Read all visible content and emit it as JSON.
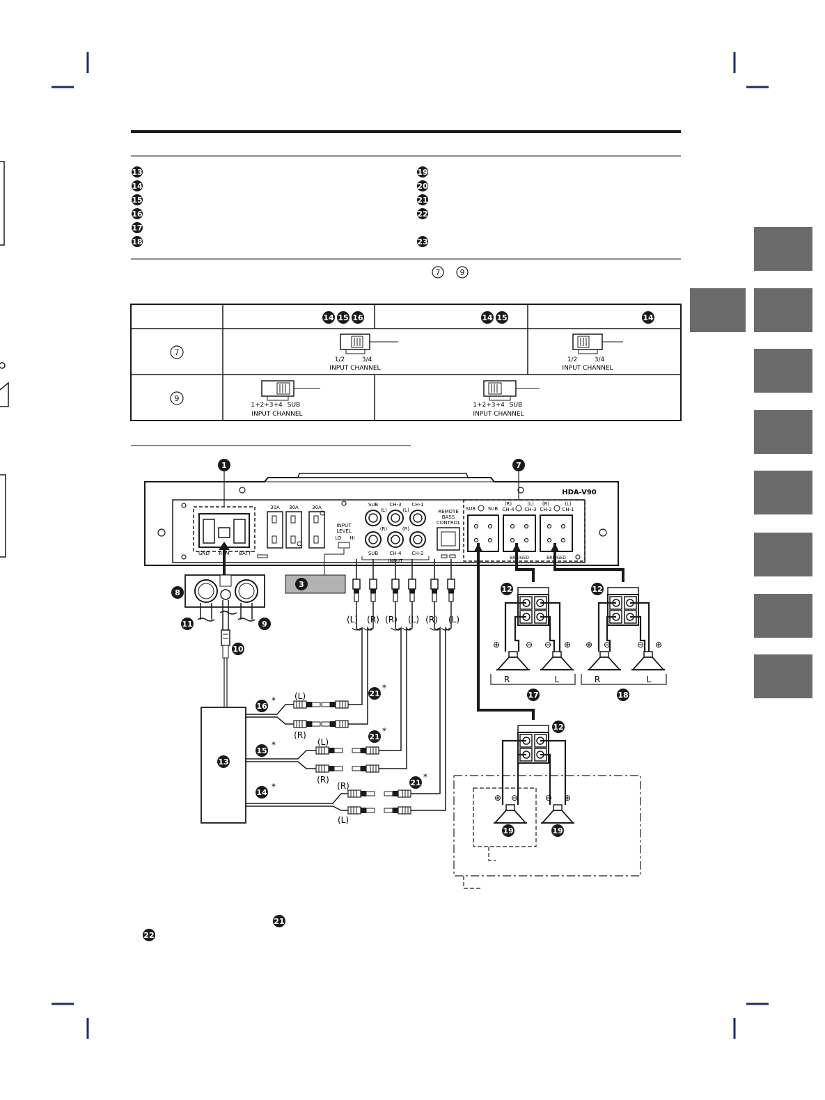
{
  "legend": {
    "left": [
      "13",
      "14",
      "15",
      "16",
      "17",
      "18"
    ],
    "right": [
      "19",
      "20",
      "21",
      "22",
      "23"
    ]
  },
  "note_refs": [
    "7",
    "9"
  ],
  "table": {
    "header_badges": [
      [
        "14",
        "15",
        "16"
      ],
      [
        "14",
        "15"
      ],
      [
        "14"
      ]
    ],
    "row_labels": [
      "7",
      "9"
    ],
    "switch_ch": {
      "opt1": "1/2",
      "opt2": "3/4",
      "caption": "INPUT CHANNEL"
    },
    "switch_sub": {
      "opt1": "1+2+3+4",
      "opt2": "SUB",
      "caption": "INPUT CHANNEL"
    }
  },
  "amp": {
    "model": "HDA-V90",
    "fuses": [
      "30A",
      "30A",
      "30A"
    ],
    "power_terms": [
      "GND",
      "REM",
      "BATT"
    ],
    "input_level": [
      "INPUT",
      "LEVEL"
    ],
    "level_opts": [
      "LO",
      "HI"
    ],
    "rca_top": [
      "SUB",
      "CH-3",
      "CH-1"
    ],
    "rca_top_sub": [
      "(L)",
      "(L)"
    ],
    "rca_bot": [
      "SUB",
      "CH-4",
      "CH-2"
    ],
    "rca_bot_sub": [
      "(R)",
      "(R)"
    ],
    "input_label": "INPUT",
    "remote": [
      "REMOTE",
      "BASS",
      "CONTROL"
    ],
    "spk_heads": [
      "SUB",
      "SUB",
      "(R)",
      "CH-4",
      "(L)",
      "CH-3",
      "(R)",
      "CH-2",
      "(L)",
      "CH-1"
    ],
    "bridged": [
      "BRIDGED",
      "BRIDGED"
    ]
  },
  "callouts": {
    "c1": "1",
    "c7": "7",
    "c3": "3",
    "c8": "8",
    "c9": "9",
    "c10": "10",
    "c11": "11",
    "c12a": "12",
    "c12b": "12",
    "c12c": "12",
    "c13": "13",
    "c14": "14",
    "c15": "15",
    "c16": "16",
    "c17": "17",
    "c18": "18",
    "c19a": "19",
    "c19b": "19",
    "c21a": "21",
    "c21b": "21",
    "c21c": "21",
    "f21": "21",
    "f22": "22"
  },
  "asterisk": "*",
  "rca_labels": [
    "(L)",
    "(R)",
    "(R)",
    "(L)",
    "(R)",
    "(L)"
  ],
  "cable_labels": {
    "c16_L": "(L)",
    "c16_R": "(R)",
    "c15_L": "(L)",
    "c15_R": "(R)",
    "c14_R": "(R)",
    "c14_L": "(L)"
  },
  "spk_rl": {
    "g17": [
      "R",
      "L"
    ],
    "g18": [
      "R",
      "L"
    ]
  },
  "plus": "⊕",
  "minus": "⊖"
}
